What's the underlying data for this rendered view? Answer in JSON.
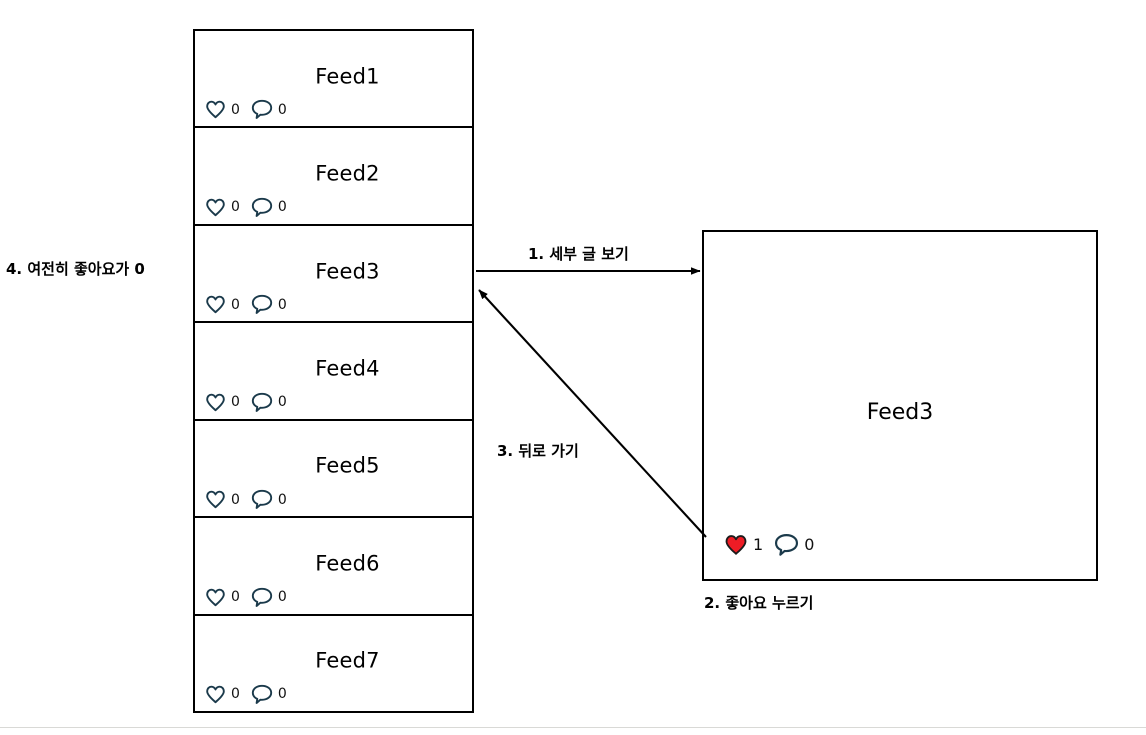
{
  "diagram": {
    "title": "Feed list and feed detail like-state flow",
    "colors": {
      "outline": "#000000",
      "icon_outline": "#1b3a4b",
      "heart_filled": "#ee1c25",
      "text": "#000000",
      "background": "#ffffff",
      "bottom_rule": "#d9d9d6"
    }
  },
  "feed_list": {
    "name": "feed-list",
    "cards": [
      {
        "title": "Feed1",
        "like_icon": "heart-outline-icon",
        "like_count": "0",
        "comment_icon": "comment-bubble-icon",
        "comment_count": "0"
      },
      {
        "title": "Feed2",
        "like_icon": "heart-outline-icon",
        "like_count": "0",
        "comment_icon": "comment-bubble-icon",
        "comment_count": "0"
      },
      {
        "title": "Feed3",
        "like_icon": "heart-outline-icon",
        "like_count": "0",
        "comment_icon": "comment-bubble-icon",
        "comment_count": "0"
      },
      {
        "title": "Feed4",
        "like_icon": "heart-outline-icon",
        "like_count": "0",
        "comment_icon": "comment-bubble-icon",
        "comment_count": "0"
      },
      {
        "title": "Feed5",
        "like_icon": "heart-outline-icon",
        "like_count": "0",
        "comment_icon": "comment-bubble-icon",
        "comment_count": "0"
      },
      {
        "title": "Feed6",
        "like_icon": "heart-outline-icon",
        "like_count": "0",
        "comment_icon": "comment-bubble-icon",
        "comment_count": "0"
      },
      {
        "title": "Feed7",
        "like_icon": "heart-outline-icon",
        "like_count": "0",
        "comment_icon": "comment-bubble-icon",
        "comment_count": "0"
      }
    ]
  },
  "detail_panel": {
    "name": "feed-detail-panel",
    "title": "Feed3",
    "like_icon": "heart-filled-icon",
    "like_count": "1",
    "comment_icon": "comment-bubble-icon",
    "comment_count": "0"
  },
  "annotations": {
    "step1": "1. 세부 글 보기",
    "step2": "2. 좋아요 누르기",
    "step3": "3. 뒤로 가기",
    "step4": "4. 여전히 좋아요가 0"
  },
  "arrows": [
    {
      "name": "arrow-view-detail",
      "from": "feed-list",
      "to": "feed-detail-panel",
      "label_ref": "annotations.step1",
      "direction": "right"
    },
    {
      "name": "arrow-go-back",
      "from": "feed-detail-panel",
      "to": "feed-list",
      "label_ref": "annotations.step3",
      "direction": "up-left"
    }
  ]
}
